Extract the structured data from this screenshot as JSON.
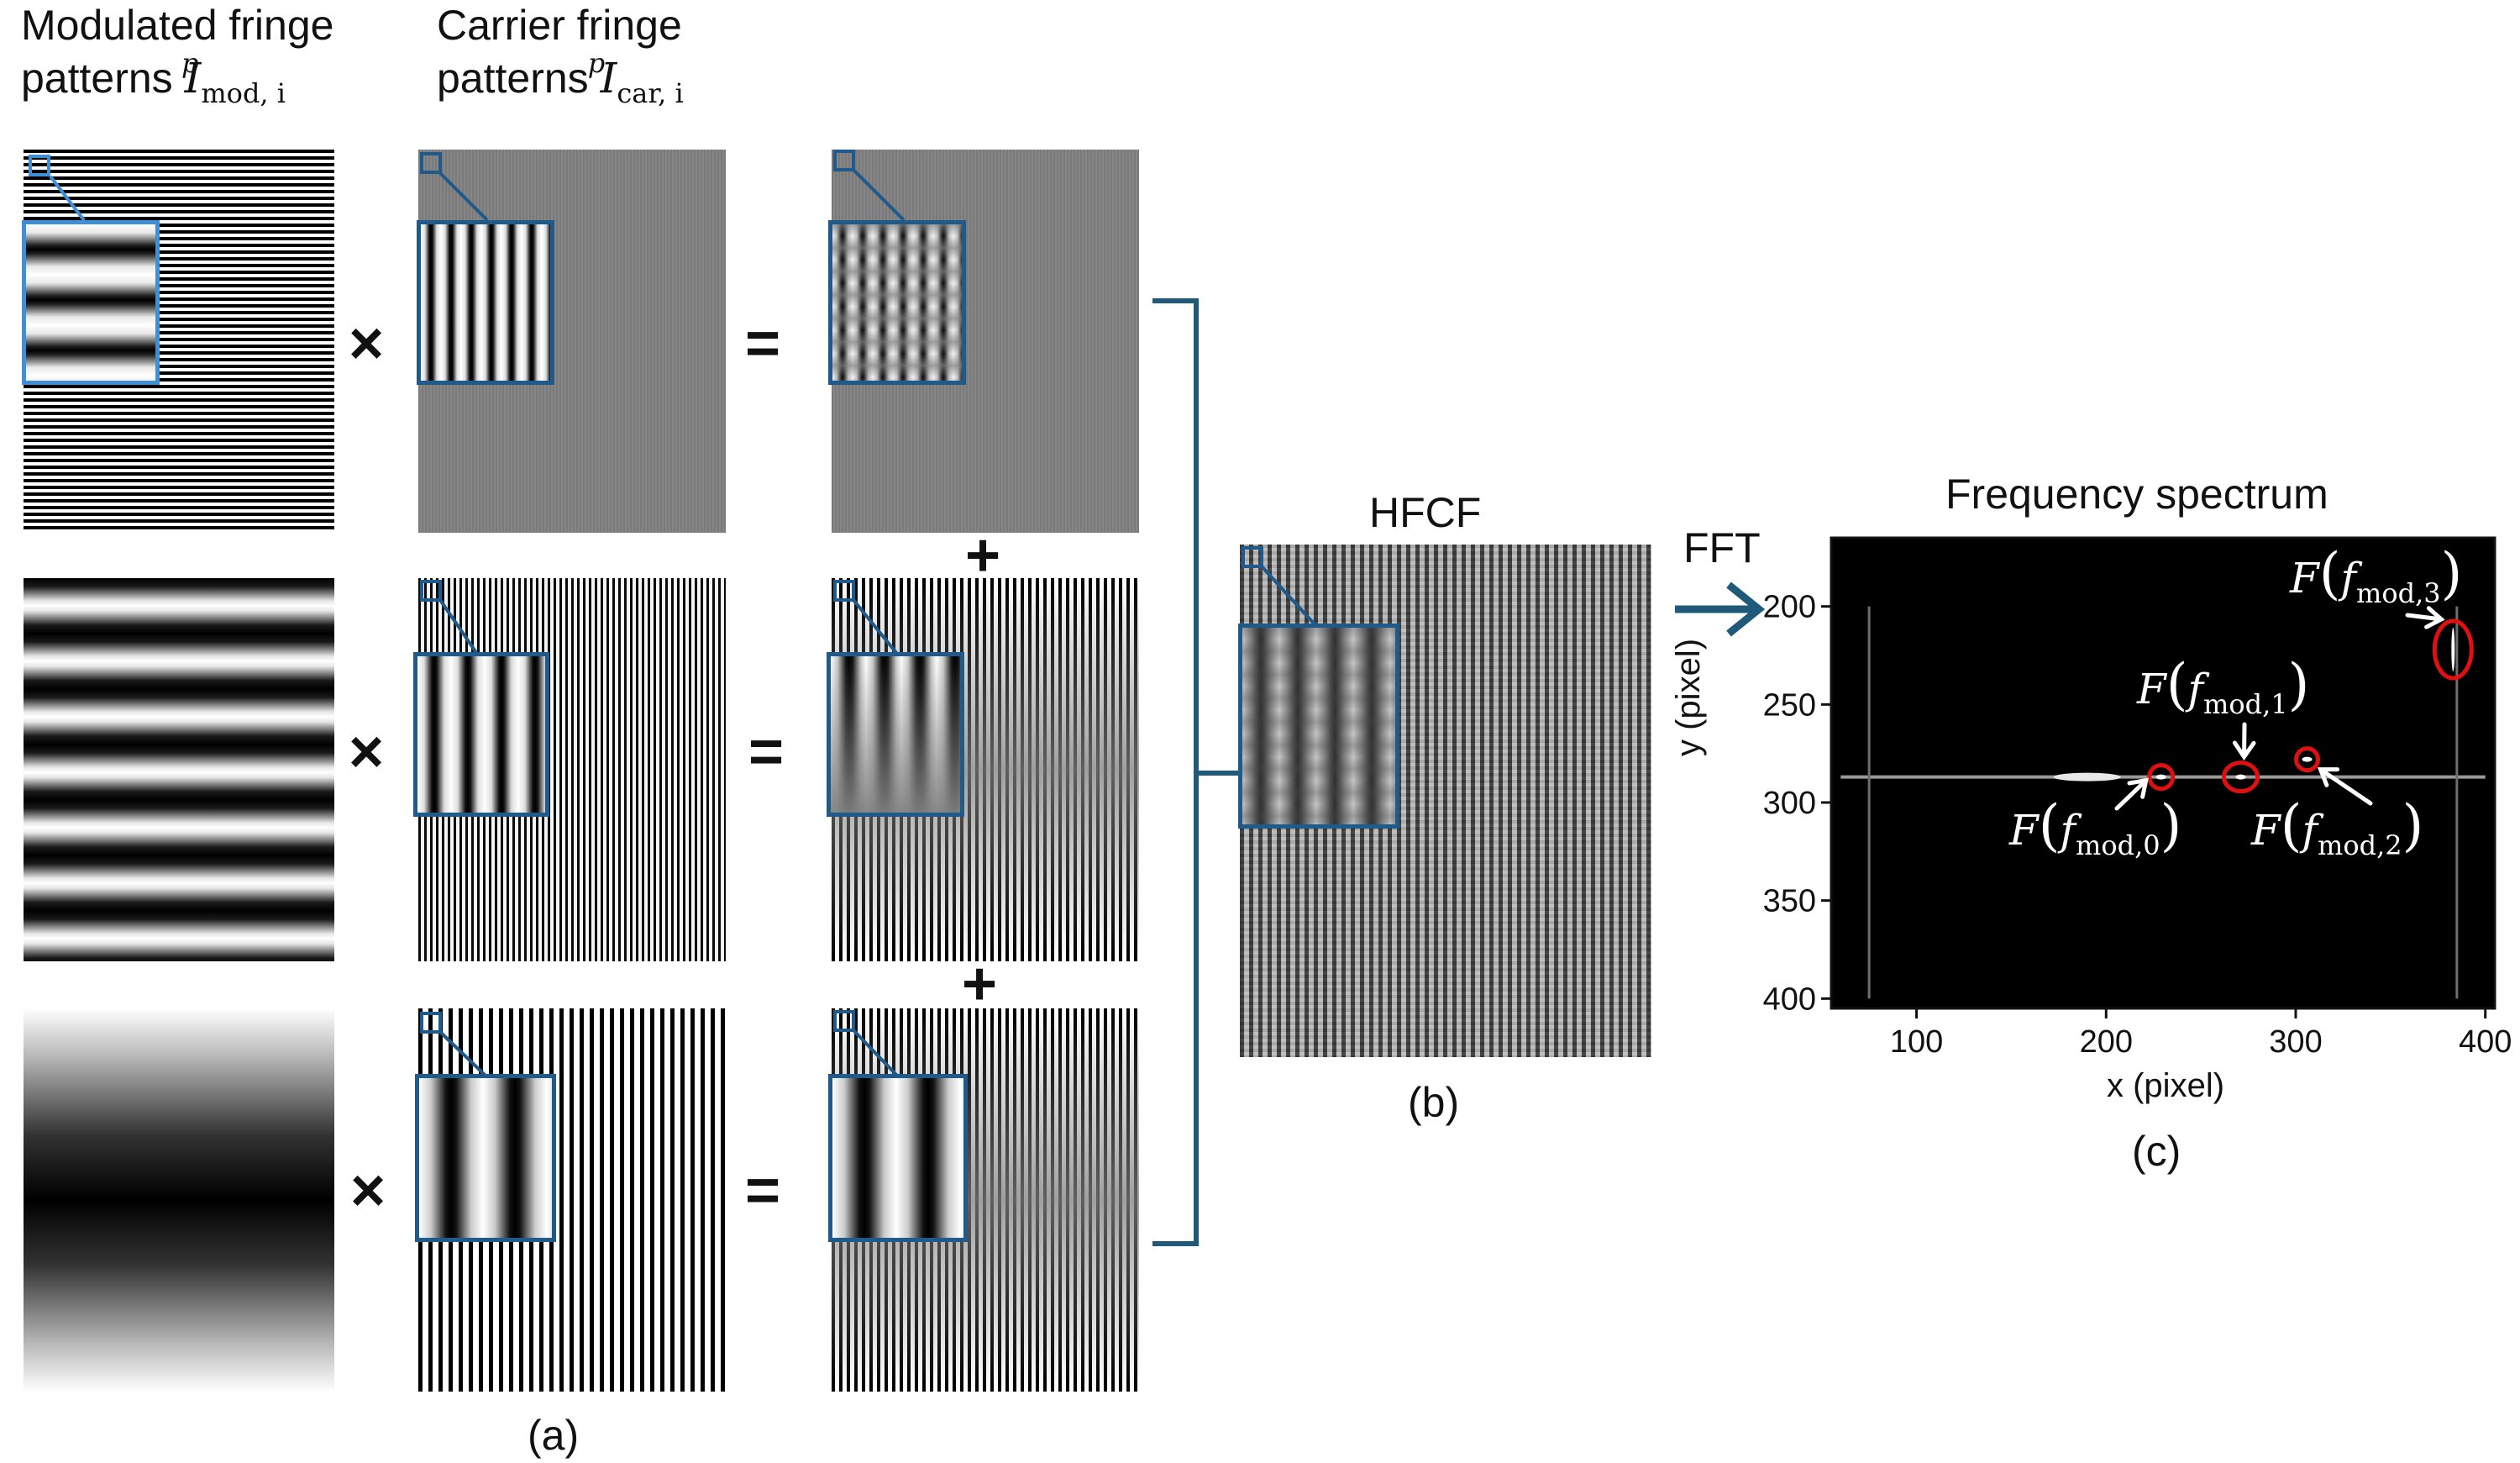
{
  "labels": {
    "col1_title_a": "Modulated fringe",
    "col1_title_b": "patterns ",
    "col1_sym_base": "I",
    "col1_sym_sup": "p",
    "col1_sym_sub": "mod, i",
    "col2_title_a": "Carrier fringe",
    "col2_title_b": "patterns ",
    "col2_sym_base": "I",
    "col2_sym_sup": "p",
    "col2_sym_sub": "car, i",
    "multiply_sign": "×",
    "equals_sign": "=",
    "plus_sign": "+",
    "hfcf_title": "HFCF",
    "fft_label": "FFT",
    "panel_a": "(a)",
    "panel_b": "(b)",
    "panel_c": "(c)"
  },
  "spectrum": {
    "title": "Frequency spectrum",
    "xlabel": "x (pixel)",
    "ylabel": "y (pixel)",
    "x_ticks": [
      "100",
      "200",
      "300",
      "400"
    ],
    "y_ticks": [
      "200",
      "250",
      "300",
      "350",
      "400"
    ],
    "annotations": [
      {
        "func": "F",
        "base": "f",
        "sub": "mod,0"
      },
      {
        "func": "F",
        "base": "f",
        "sub": "mod,1"
      },
      {
        "func": "F",
        "base": "f",
        "sub": "mod,2"
      },
      {
        "func": "F",
        "base": "f",
        "sub": "mod,3"
      }
    ]
  },
  "colors": {
    "accent_blue": "#1f5a8a",
    "inset_blue_light": "#3e8fd6",
    "fft_arrow": "#1f5a7a",
    "bracket": "#1f5a7a",
    "marker_red": "#e01010",
    "spectrum_background": "#000000"
  },
  "chart_data": {
    "type": "heatmap",
    "title": "Frequency spectrum",
    "xlabel": "x (pixel)",
    "ylabel": "y (pixel)",
    "xlim": [
      55,
      405
    ],
    "ylim": [
      405,
      165
    ],
    "y_axis_inverted": true,
    "x_ticks": [
      100,
      200,
      300,
      400
    ],
    "y_ticks": [
      200,
      250,
      300,
      350,
      400
    ],
    "background": "black",
    "features": [
      {
        "kind": "horizontal_line",
        "y": 287,
        "x_range": [
          60,
          400
        ]
      },
      {
        "kind": "vertical_line",
        "x": 75,
        "y_range": [
          200,
          400
        ]
      },
      {
        "kind": "vertical_line",
        "x": 385,
        "y_range": [
          200,
          400
        ]
      },
      {
        "kind": "bright_blob",
        "x": 190,
        "y": 287
      }
    ],
    "highlighted_peaks": [
      {
        "name": "F(f_mod,0)",
        "x": 229,
        "y": 287
      },
      {
        "name": "F(f_mod,1)",
        "x": 271,
        "y": 287
      },
      {
        "name": "F(f_mod,2)",
        "x": 306,
        "y": 278
      },
      {
        "name": "F(f_mod,3)",
        "x": 383,
        "y": 222
      }
    ]
  }
}
